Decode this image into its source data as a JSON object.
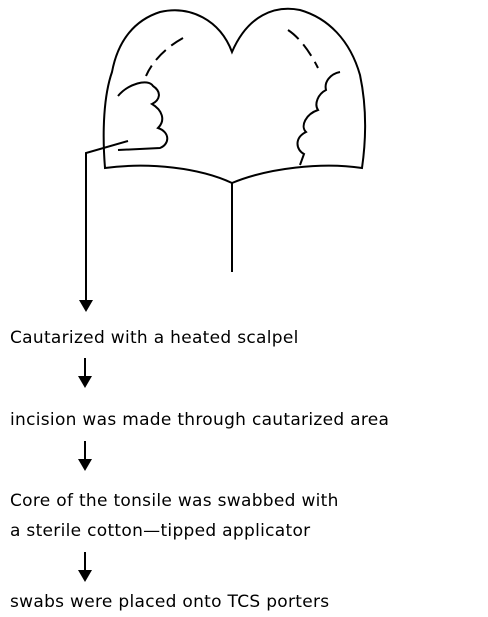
{
  "steps": [
    "Cautarized with a heated scalpel",
    "incision was made through cautarized area",
    "Core of the tonsile was swabbed with",
    "a sterile cotton—tipped applicator",
    "swabs were placed onto TCS porters"
  ]
}
